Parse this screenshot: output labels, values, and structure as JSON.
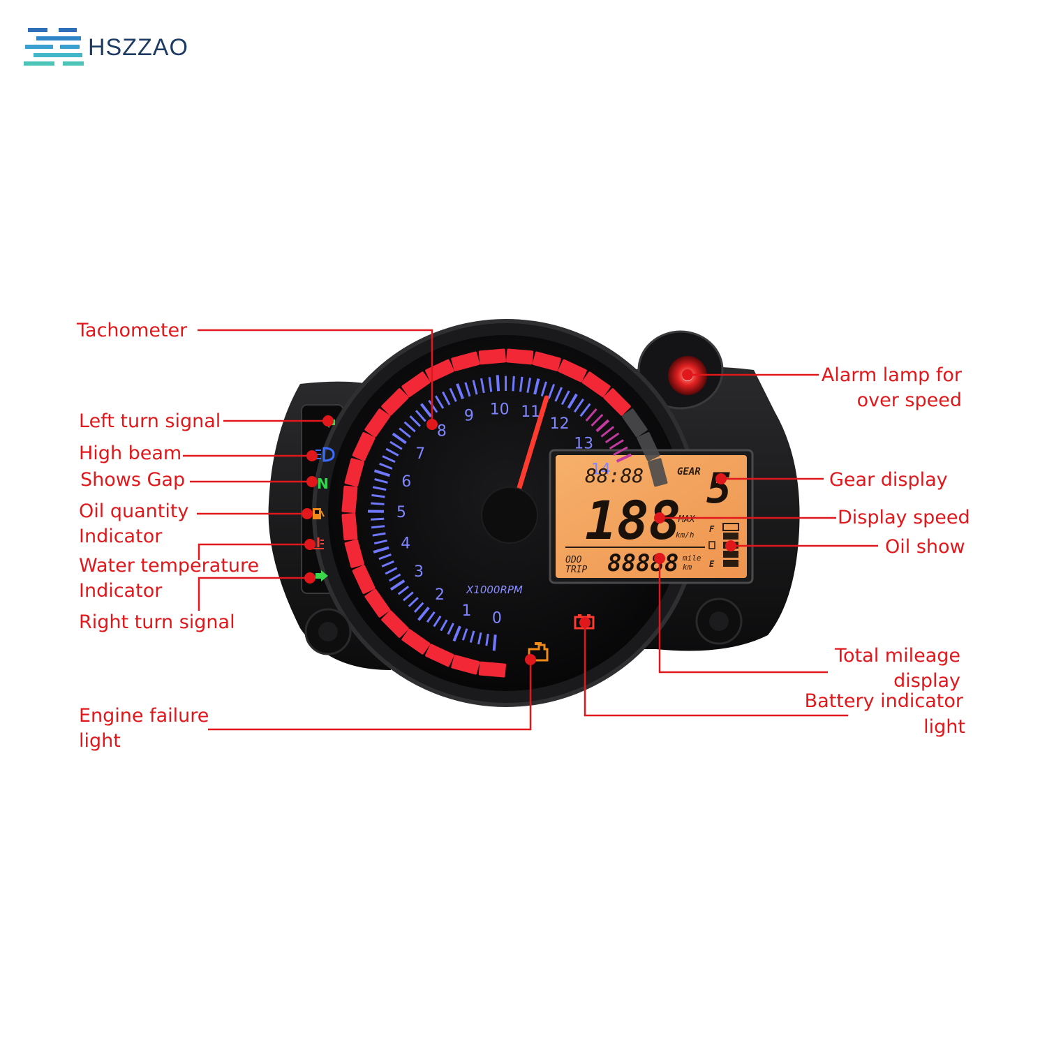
{
  "brand": {
    "name": "HSZZAO"
  },
  "tachometer": {
    "ticks": [
      "0",
      "1",
      "2",
      "3",
      "4",
      "5",
      "6",
      "7",
      "8",
      "9",
      "10",
      "11",
      "12",
      "13",
      "14"
    ],
    "unit": "X1000RPM"
  },
  "lcd": {
    "clock": "88:88",
    "gear_label": "GEAR",
    "gear_value": "5",
    "speed": "188",
    "max_label": "MAX",
    "speed_unit": "km/h",
    "odo_label": "ODO",
    "trip_label": "TRIP",
    "odometer": "88888",
    "mile_label": "mile",
    "km_label": "km",
    "fuel_full": "F",
    "fuel_empty": "E"
  },
  "callouts": {
    "tachometer": "Tachometer",
    "left_turn": "Left turn signal",
    "high_beam": "High beam",
    "shows_gap": "Shows Gap",
    "oil_quantity_1": "Oil quantity",
    "oil_quantity_2": "Indicator",
    "water_temp_1": "Water temperature",
    "water_temp_2": "Indicator",
    "right_turn": "Right turn signal",
    "engine_failure_1": "Engine failure",
    "engine_failure_2": "light",
    "alarm_1": "Alarm lamp for",
    "alarm_2": "over speed",
    "gear_display": "Gear display",
    "display_speed": "Display speed",
    "oil_show": "Oil show",
    "total_mileage_1": "Total mileage",
    "total_mileage_2": "display",
    "battery_1": "Battery indicator",
    "battery_2": "light"
  },
  "colors": {
    "accent": "#e0181c",
    "tick_blue": "#7f86ff",
    "lcd_orange": "#f2a35a",
    "needle": "#ff3a2e"
  }
}
